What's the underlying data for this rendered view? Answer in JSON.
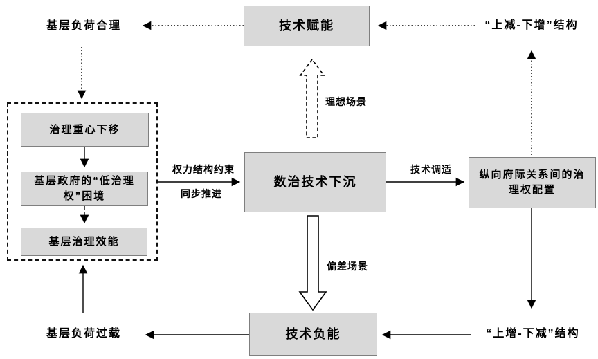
{
  "colors": {
    "box_fill": "#d9d9d9",
    "box_border": "#7f7f7f",
    "line": "#000000",
    "background": "#ffffff"
  },
  "nodes": {
    "tech_empower": "技术赋能",
    "digital_tech_sink": "数治技术下沉",
    "tech_negative": "技术负能",
    "governance_center_shift": "治理重心下移",
    "low_governance_dilemma": "基层政府的“低治理权”困境",
    "grassroots_efficacy": "基层治理效能",
    "vertical_allocation": "纵向府际关系间的治理权配置"
  },
  "labels": {
    "load_reasonable": "基层负荷合理",
    "load_overload": "基层负荷过载",
    "up_minus_down_plus": "“上减-下增”结构",
    "up_plus_down_minus": "“上增-下减”结构",
    "power_structure_constraint": "权力结构约束",
    "sync_advance": "同步推进",
    "tech_adjustment": "技术调适",
    "ideal_scenario": "理想场景",
    "deviation_scenario": "偏差场景"
  }
}
